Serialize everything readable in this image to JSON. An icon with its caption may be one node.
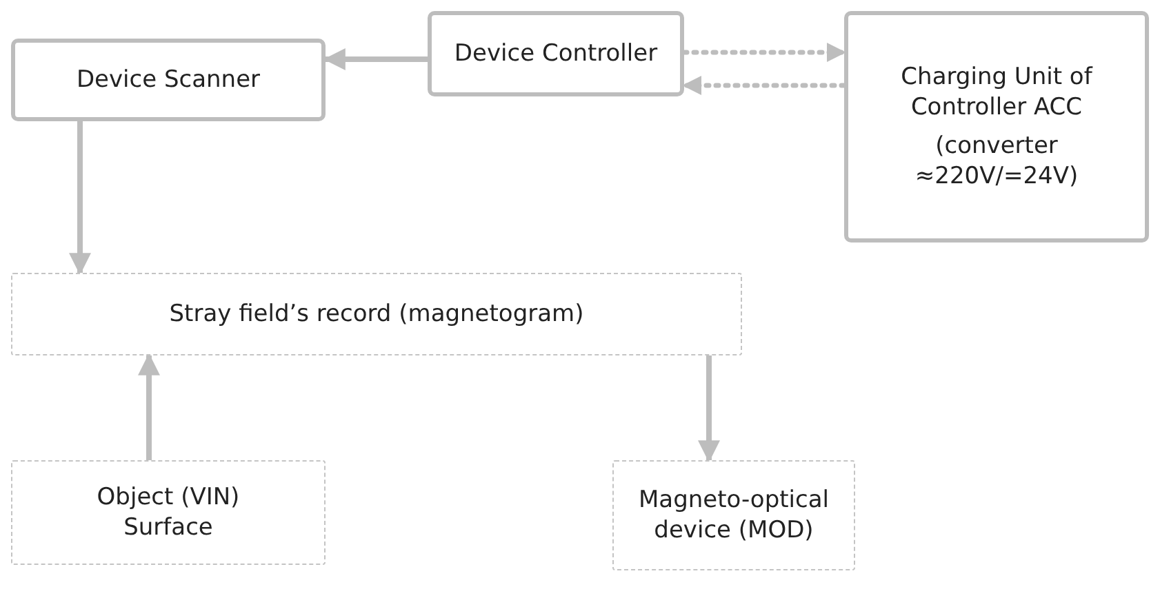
{
  "diagram": {
    "nodes": [
      {
        "text": [
          "Device Scanner"
        ]
      },
      {
        "text": [
          "Device Controller"
        ]
      },
      {
        "text": [
          "Charging Unit of Controller ACC",
          "(converter ≈220V/=24V)"
        ]
      },
      {
        "text": [
          "Stray field’s record (magnetogram)"
        ]
      },
      {
        "text": [
          "Object (VIN) Surface"
        ]
      },
      {
        "text": [
          "Magneto-optical device (MOD)"
        ]
      }
    ],
    "edges": [
      {
        "from": 1,
        "to": 0,
        "arrow": "to"
      },
      {
        "from": 1,
        "to": 2,
        "arrow": "to",
        "style": "dashed"
      },
      {
        "from": 2,
        "to": 1,
        "arrow": "to",
        "style": "dashed"
      },
      {
        "from": 0,
        "to": 3,
        "arrow": "to"
      },
      {
        "from": 4,
        "to": 3,
        "arrow": "to"
      },
      {
        "from": 3,
        "to": 5,
        "arrow": "to"
      }
    ]
  }
}
